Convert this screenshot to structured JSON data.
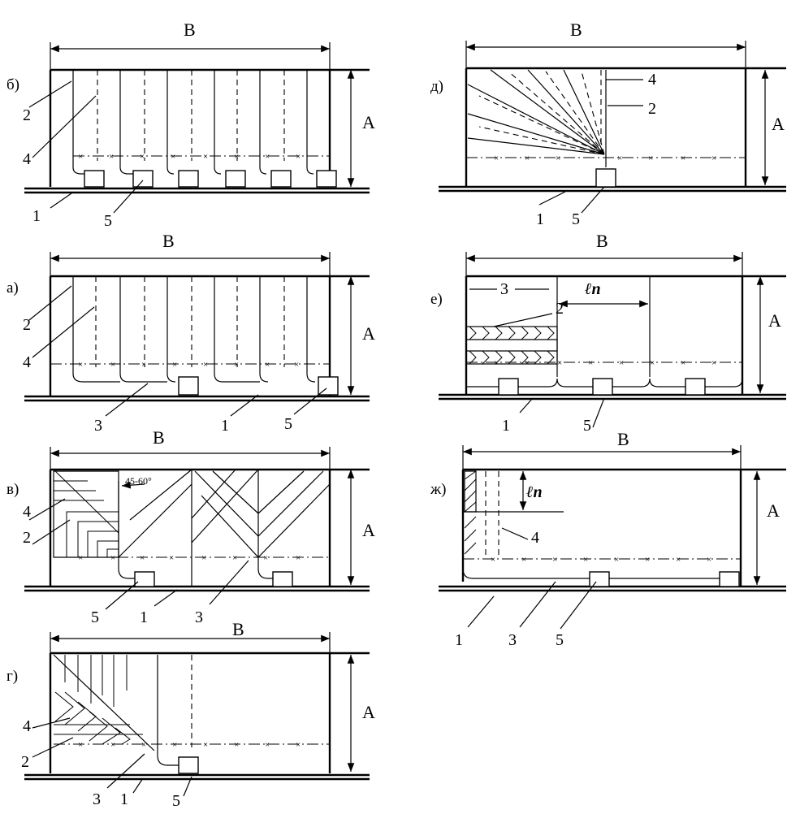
{
  "dimension_labels": {
    "width": "B",
    "height": "A"
  },
  "panels": {
    "b": {
      "tag": "б)",
      "numbers": [
        "2",
        "4",
        "1",
        "5"
      ]
    },
    "a": {
      "tag": "а)",
      "numbers": [
        "2",
        "4",
        "3",
        "1",
        "5"
      ]
    },
    "v": {
      "tag": "в)",
      "numbers": [
        "4",
        "2",
        "5",
        "1",
        "3"
      ],
      "angle": "45-60°"
    },
    "g": {
      "tag": "г)",
      "numbers": [
        "4",
        "2",
        "3",
        "1",
        "5"
      ]
    },
    "d": {
      "tag": "д)",
      "numbers": [
        "4",
        "2",
        "1",
        "5"
      ]
    },
    "e": {
      "tag": "е)",
      "numbers": [
        "3",
        "2",
        "1",
        "5"
      ],
      "span": "ℓn"
    },
    "zh": {
      "tag": "ж)",
      "numbers": [
        "4",
        "1",
        "3",
        "5"
      ],
      "span": "ℓn"
    }
  }
}
